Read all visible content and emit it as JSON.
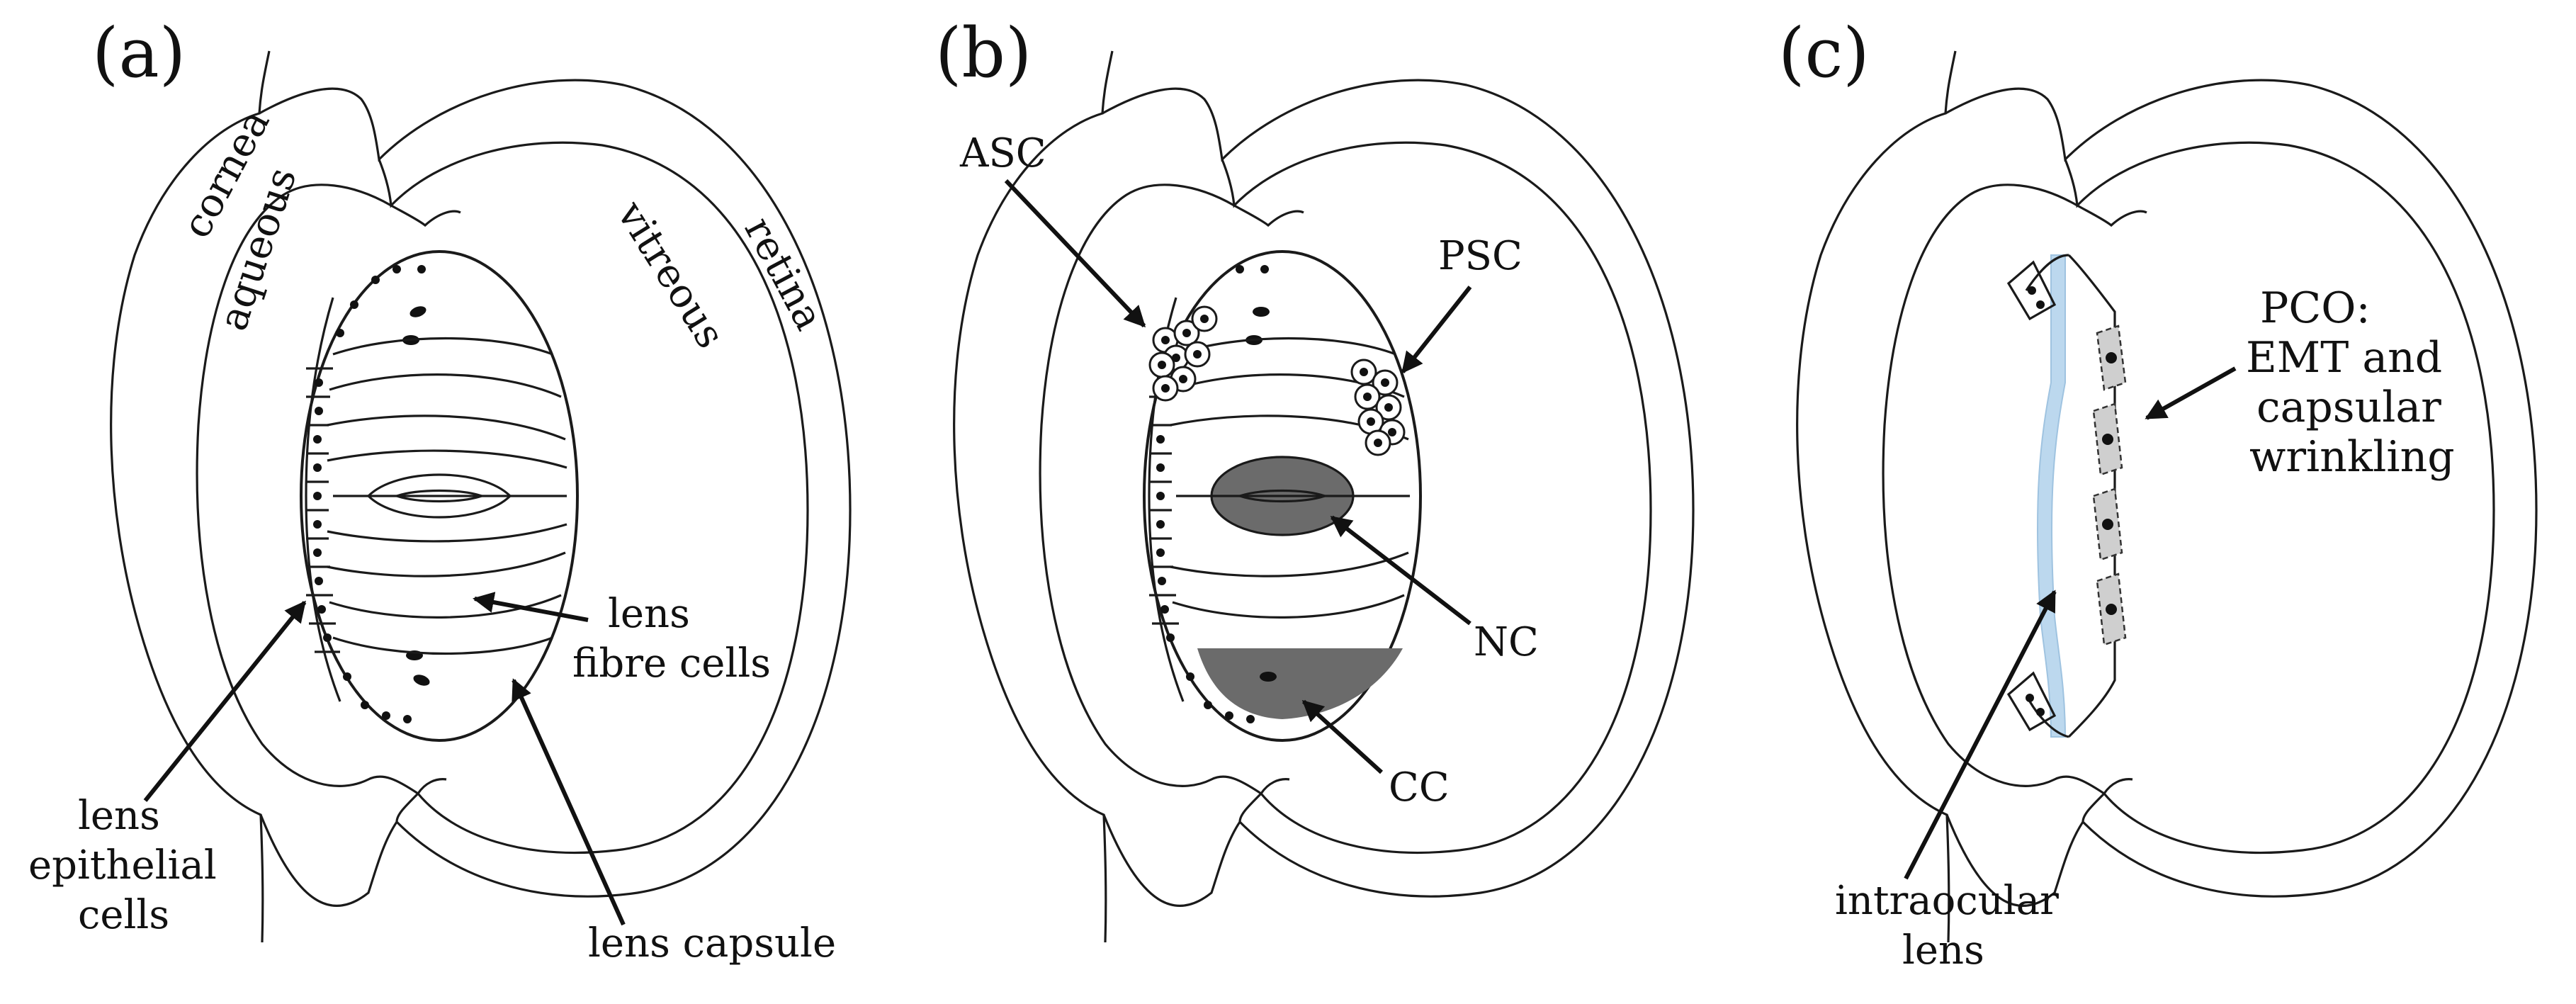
{
  "panels": [
    {
      "id": "a",
      "label": "(a)",
      "labels": {
        "cornea": "cornea",
        "aqueous": "aqueous",
        "vitreous": "vitreous",
        "retina": "retina",
        "fibre_1": "lens",
        "fibre_2": "fibre cells",
        "capsule": "lens capsule",
        "epi_1": "lens",
        "epi_2": "epithelial",
        "epi_3": "cells"
      }
    },
    {
      "id": "b",
      "label": "(b)",
      "labels": {
        "asc": "ASC",
        "psc": "PSC",
        "nc": "NC",
        "cc": "CC"
      },
      "colors": {
        "cataract_fill": "#6b6b6b"
      }
    },
    {
      "id": "c",
      "label": "(c)",
      "labels": {
        "pco_1": "PCO:",
        "pco_2": "EMT and",
        "pco_3": "capsular",
        "pco_4": "wrinkling",
        "iol_1": "intraocular",
        "iol_2": "lens"
      },
      "colors": {
        "iol_fill": "#bcd8ee",
        "emt_cell_fill": "#cfcfcf"
      }
    }
  ]
}
